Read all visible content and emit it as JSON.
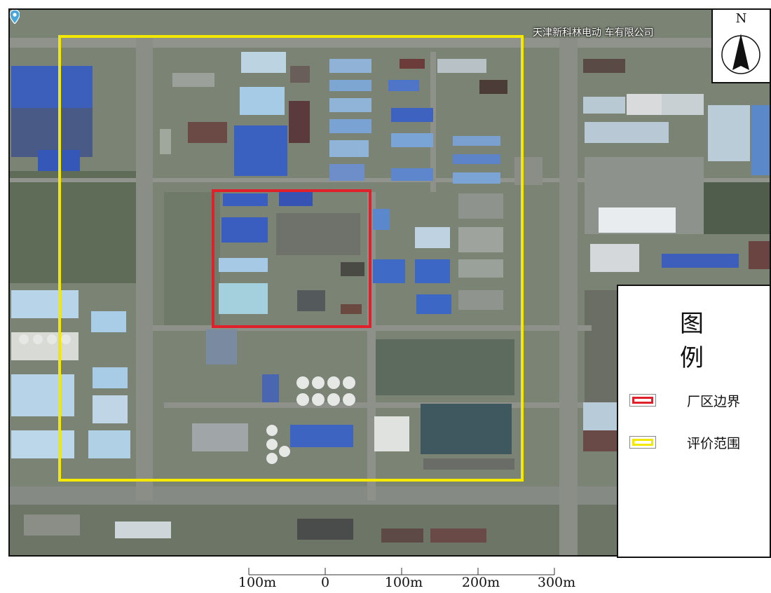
{
  "map": {
    "poi_label": "天津新科林电动 车有限公司",
    "north_label": "N",
    "colors": {
      "plant_boundary": "#e0202a",
      "assessment_scope": "#f2e800",
      "blue_roof": "#3f64c2",
      "light_roof": "#b9d4e6",
      "road": "#8f938c"
    }
  },
  "legend": {
    "title": "图  例",
    "items": [
      {
        "label": "厂区边界",
        "color": "#e0202a"
      },
      {
        "label": "评价范围",
        "color": "#f2e800"
      }
    ]
  },
  "scale_bar": {
    "unit": "m",
    "ticks": [
      "100m",
      "0",
      "100m",
      "200m",
      "300m"
    ]
  }
}
